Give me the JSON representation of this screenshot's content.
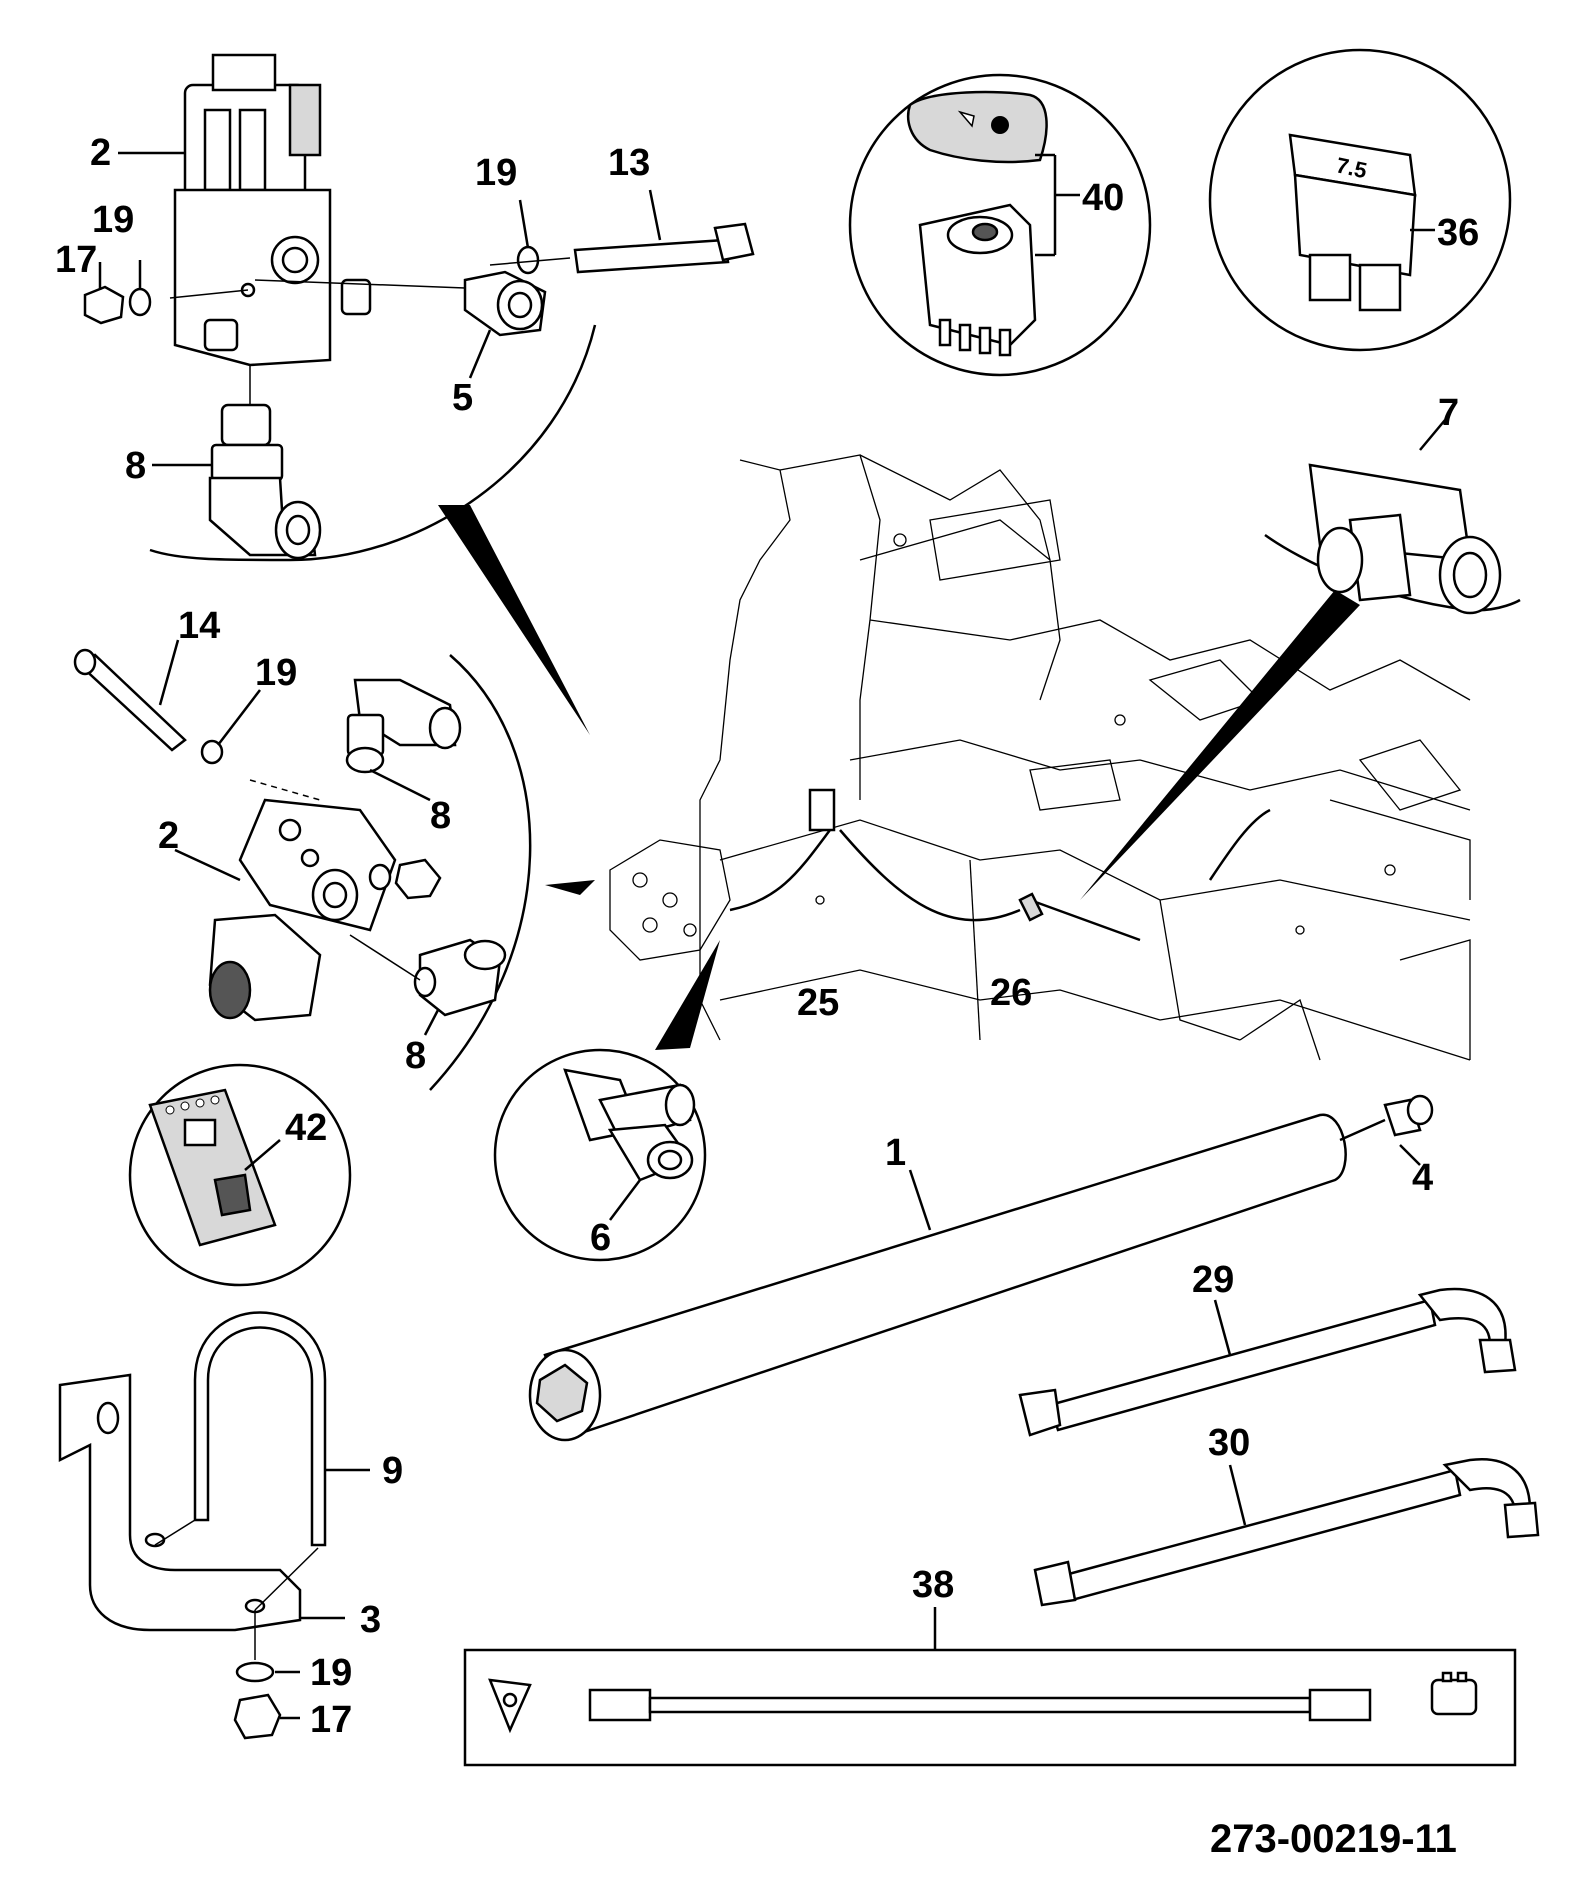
{
  "document_number": "273-00219-11",
  "callouts": {
    "c2_top": "2",
    "c19_top_right": "19",
    "c13": "13",
    "c19_top_left": "19",
    "c17_top": "17",
    "c5": "5",
    "c8_top": "8",
    "c40": "40",
    "c36": "36",
    "c7": "7",
    "c14": "14",
    "c19_mid": "19",
    "c8_mid_top": "8",
    "c2_mid": "2",
    "c8_mid_bottom": "8",
    "c25": "25",
    "c26": "26",
    "c42": "42",
    "c6": "6",
    "c1": "1",
    "c4": "4",
    "c29": "29",
    "c9": "9",
    "c30": "30",
    "c38": "38",
    "c3": "3",
    "c19_bottom": "19",
    "c17_bottom": "17"
  },
  "fuse_rating": "7.5"
}
